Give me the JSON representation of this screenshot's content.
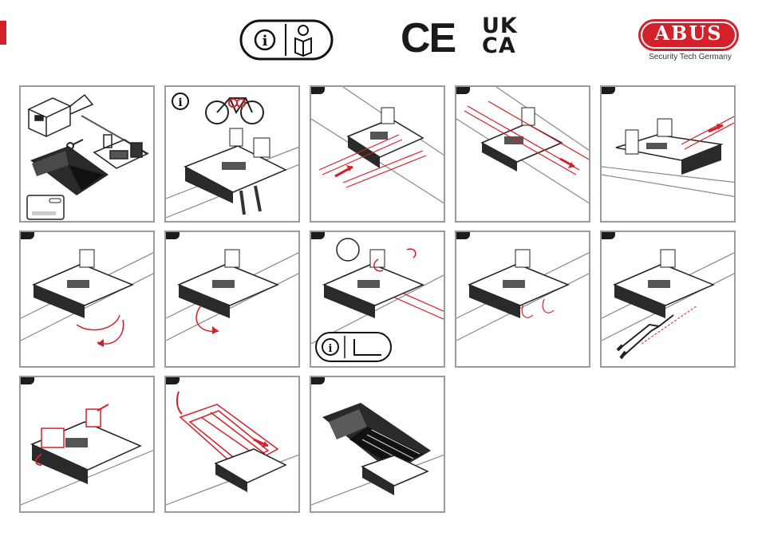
{
  "brand": {
    "name": "ABUS",
    "tagline": "Security Tech Germany",
    "color": "#d3202a"
  },
  "marks": {
    "ce": "CE",
    "ukca_top": "UK",
    "ukca_bottom": "CA"
  },
  "icons": {
    "info": "info-icon",
    "manual": "read-manual-icon",
    "bicycle": "bicycle-icon",
    "allen_key": "allen-key-icon",
    "pliers": "pliers-icon"
  },
  "panels": [
    {
      "id": "contents",
      "step_marker": false
    },
    {
      "id": "position-on-bike",
      "step_marker": false
    },
    {
      "id": "step-1",
      "step_marker": true
    },
    {
      "id": "step-2",
      "step_marker": true
    },
    {
      "id": "step-3",
      "step_marker": true
    },
    {
      "id": "step-4",
      "step_marker": true
    },
    {
      "id": "step-5",
      "step_marker": true
    },
    {
      "id": "step-6",
      "step_marker": true
    },
    {
      "id": "step-7",
      "step_marker": true
    },
    {
      "id": "step-8",
      "step_marker": true
    },
    {
      "id": "step-9",
      "step_marker": true
    },
    {
      "id": "step-10",
      "step_marker": true
    },
    {
      "id": "step-11",
      "step_marker": true
    }
  ]
}
